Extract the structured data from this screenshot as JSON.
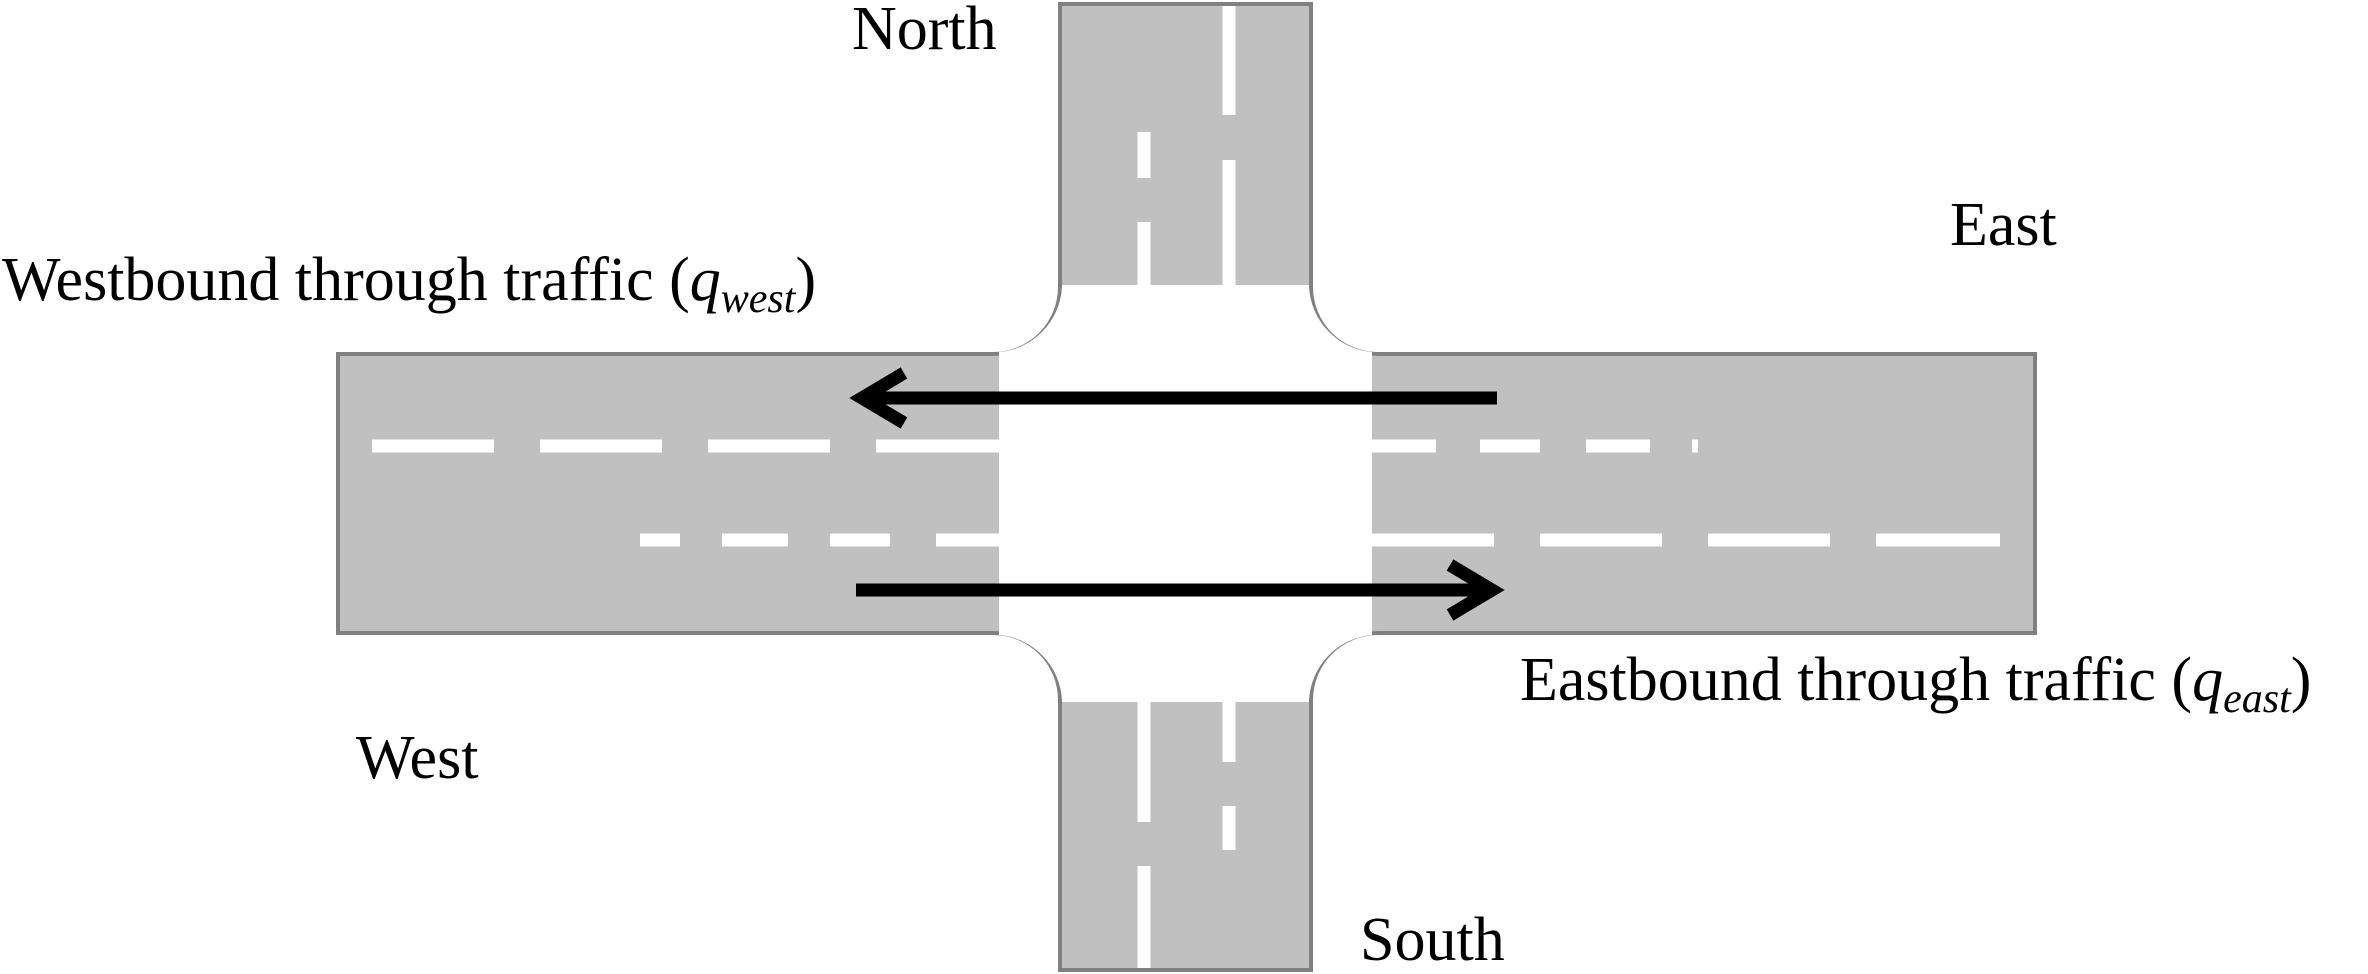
{
  "labels": {
    "north": "North",
    "east": "East",
    "west": "West",
    "south": "South",
    "westbound": {
      "text": "Westbound through traffic (",
      "symbol": "q",
      "subscript": "west",
      "close": ")"
    },
    "eastbound": {
      "text": "Eastbound through traffic (",
      "symbol": "q",
      "subscript": "east",
      "close": ")"
    }
  },
  "colors": {
    "road_fill": "#c0c0c0",
    "road_edge": "#808080",
    "lane_marking": "#ffffff",
    "arrow": "#000000"
  }
}
